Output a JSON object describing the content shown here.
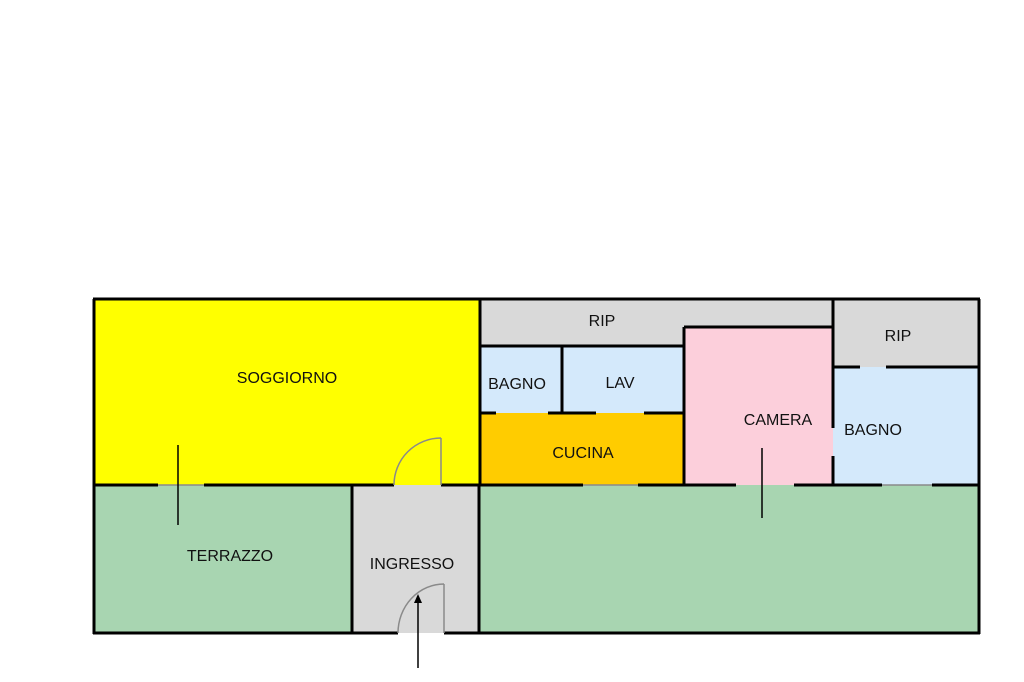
{
  "floorplan": {
    "rooms": {
      "soggiorno": {
        "label": "SOGGIORNO",
        "color": "#ffff00"
      },
      "terrazzo": {
        "label": "TERRAZZO",
        "color": "#a8d5b1"
      },
      "ingresso": {
        "label": "INGRESSO",
        "color": "#d9d9d9"
      },
      "rip_top": {
        "label": "RIP",
        "color": "#d9d9d9"
      },
      "bagno_small": {
        "label": "BAGNO",
        "color": "#d4e9fb"
      },
      "lav": {
        "label": "LAV",
        "color": "#d4e9fb"
      },
      "cucina": {
        "label": "CUCINA",
        "color": "#ffcc00"
      },
      "camera": {
        "label": "CAMERA",
        "color": "#fccfdb"
      },
      "rip_right": {
        "label": "RIP",
        "color": "#d9d9d9"
      },
      "bagno_right": {
        "label": "BAGNO",
        "color": "#d4e9fb"
      },
      "terrace_right": {
        "label": "",
        "color": "#a8d5b1"
      }
    },
    "wall_color": "#000000",
    "door_color": "#8a8a8a"
  }
}
